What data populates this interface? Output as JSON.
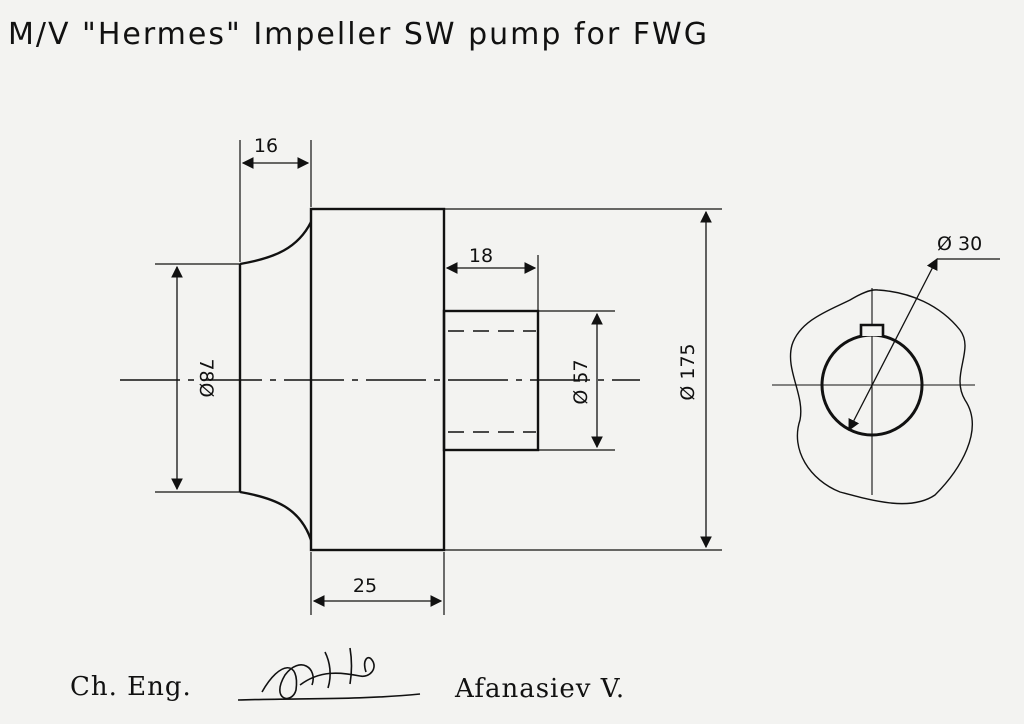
{
  "title": "M/V \"Hermes\" Impeller SW pump for FWG",
  "dimensions": {
    "d78": "78Ø",
    "w16": "16",
    "d175": "Ø 175",
    "w18": "18",
    "d57": "Ø 57",
    "w25": "25",
    "d30": "Ø 30"
  },
  "signature": {
    "role": "Ch. Eng.",
    "name": "Afanasiev V."
  },
  "colors": {
    "ink": "#111111",
    "paper": "#f3f3f1"
  }
}
